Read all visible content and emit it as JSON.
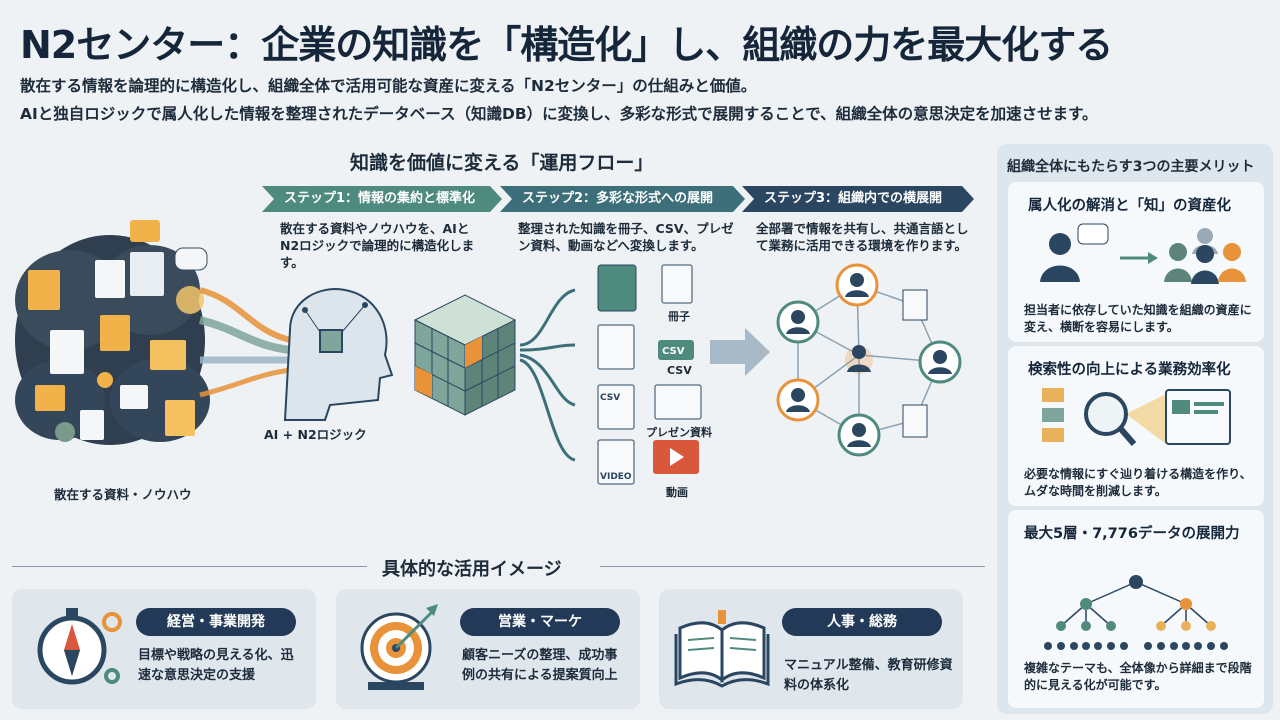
{
  "title": "N2センター：企業の知識を「構造化」し、組織の力を最大化する",
  "subtitle_lines": [
    "散在する情報を論理的に構造化し、組織全体で活用可能な資産に変える「N2センター」の仕組みと価値。",
    "AIと独自ロジックで属人化した情報を整理されたデータベース（知識DB）に変換し、多彩な形式で展開することで、組織全体の意思決定を加速させます。"
  ],
  "flow": {
    "title": "知識を価値に変える「運用フロー」",
    "steps": [
      {
        "label": "ステップ1：情報の集約と標準化",
        "desc": "散在する資料やノウハウを、AIとN2ロジックで論理的に構造化します。",
        "color": "#4f8a7e"
      },
      {
        "label": "ステップ2：多彩な形式への展開",
        "desc": "整理された知識を冊子、CSV、プレゼン資料、動画などへ変換します。",
        "color": "#3d6f7a"
      },
      {
        "label": "ステップ3：組織内での横展開",
        "desc": "全部署で情報を共有し、共通言語として業務に活用できる環境を作ります。",
        "color": "#2b4660"
      }
    ],
    "captions": {
      "scattered": "散在する資料・ノウハウ",
      "ai": "AI + N2ロジック",
      "booklet": "冊子",
      "csv": "CSV",
      "presentation": "プレゼン資料",
      "video": "動画",
      "csv_badge": "CSV",
      "csv_badge2": "CSV",
      "video_badge": "VIDEO"
    }
  },
  "merits": {
    "title": "組織全体にもたらす3つの主要メリット",
    "items": [
      {
        "title": "属人化の解消と「知」の資産化",
        "desc": "担当者に依存していた知識を組織の資産に変え、横断を容易にします。"
      },
      {
        "title": "検索性の向上による業務効率化",
        "desc": "必要な情報にすぐ辿り着ける構造を作り、ムダな時間を削減します。"
      },
      {
        "title": "最大5層・7,776データの展開力",
        "desc": "複雑なテーマも、全体像から詳細まで段階的に見える化が可能です。"
      }
    ]
  },
  "usecases": {
    "title": "具体的な活用イメージ",
    "items": [
      {
        "label": "経営・事業開発",
        "desc": "目標や戦略の見える化、迅速な意思決定の支援"
      },
      {
        "label": "営業・マーケ",
        "desc": "顧客ニーズの整理、成功事例の共有による提案質向上"
      },
      {
        "label": "人事・総務",
        "desc": "マニュアル整備、教育研修資料の体系化"
      }
    ]
  },
  "colors": {
    "navy": "#223a57",
    "teal": "#4f8a7e",
    "orange": "#e8923a",
    "background": "#eef2f4"
  }
}
